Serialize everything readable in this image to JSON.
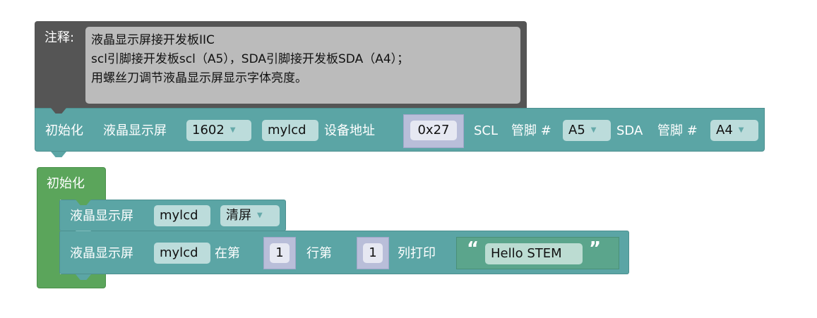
{
  "comment_block": {
    "label": "注释:",
    "lines": [
      "液晶显示屏接开发板IIC",
      "scl引脚接开发板scl（A5），SDA引脚接开发板SDA（A4）；",
      "用螺丝刀调节液晶显示屏显示字体亮度。"
    ]
  },
  "lcd_init_block": {
    "label_init": "初始化",
    "label_lcd": "液晶显示屏",
    "model": "1602",
    "var": "mylcd",
    "label_addr": "设备地址",
    "addr": "0x27",
    "label_scl": "SCL",
    "label_pin1": "管脚 #",
    "scl_pin": "A5",
    "label_sda": "SDA",
    "label_pin2": "管脚 #",
    "sda_pin": "A4"
  },
  "setup_block": {
    "label": "初始化"
  },
  "clear_block": {
    "label_lcd": "液晶显示屏",
    "var": "mylcd",
    "action": "清屏"
  },
  "print_block": {
    "label_lcd": "液晶显示屏",
    "var": "mylcd",
    "label_row": "在第",
    "row": "1",
    "label_col": "行第",
    "col": "1",
    "label_print": "列打印",
    "open_quote": "“",
    "text": "Hello STEM",
    "close_quote": "”"
  },
  "colors": {
    "comment": "#555555",
    "lcd": "#5ba5a5",
    "setup": "#5ba55b",
    "number": "#b9bed9",
    "text": "#5ba58c"
  }
}
